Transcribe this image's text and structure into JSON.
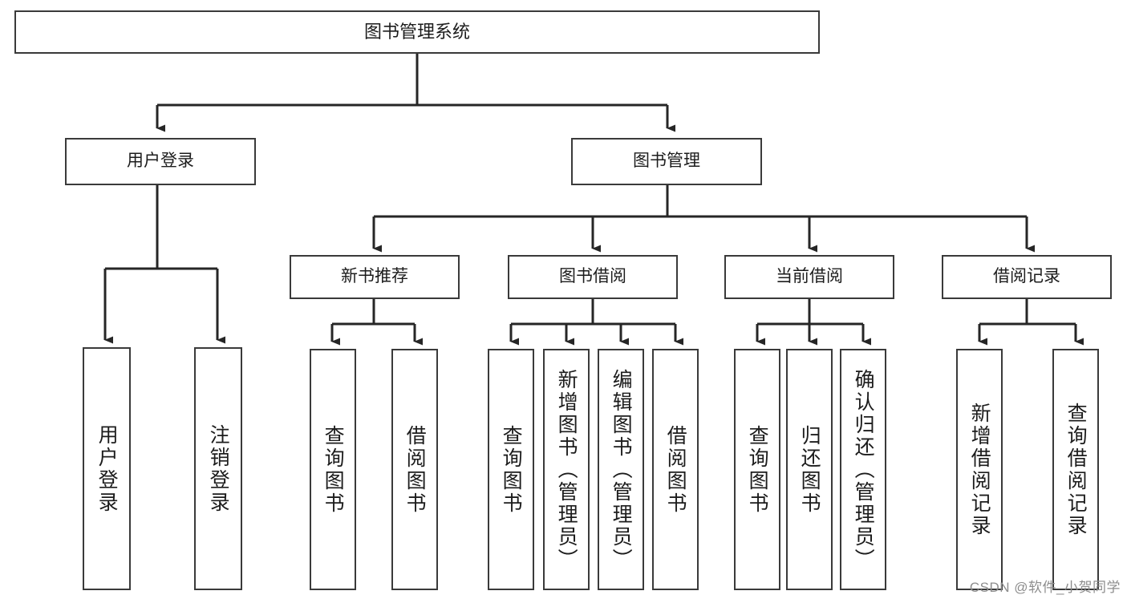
{
  "diagram": {
    "title": "图书管理系统",
    "type": "hierarchy-tree",
    "watermark": "CSDN @软件_小贺同学",
    "colors": {
      "box_border": "#3a3a3a",
      "box_fill": "#ffffff",
      "connector": "#262626",
      "text": "#1c1c1c",
      "watermark": "#8d8d8d"
    },
    "levels": [
      {
        "level": 1,
        "nodes": [
          {
            "id": "root",
            "label": "图书管理系统",
            "orientation": "horizontal"
          }
        ]
      },
      {
        "level": 2,
        "nodes": [
          {
            "id": "user-login",
            "label": "用户登录",
            "orientation": "horizontal",
            "parent": "root"
          },
          {
            "id": "book-manage",
            "label": "图书管理",
            "orientation": "horizontal",
            "parent": "root"
          }
        ]
      },
      {
        "level": 3,
        "nodes": [
          {
            "id": "new-book-rec",
            "label": "新书推荐",
            "orientation": "horizontal",
            "parent": "book-manage"
          },
          {
            "id": "book-borrow",
            "label": "图书借阅",
            "orientation": "horizontal",
            "parent": "book-manage"
          },
          {
            "id": "current-borrow",
            "label": "当前借阅",
            "orientation": "horizontal",
            "parent": "book-manage"
          },
          {
            "id": "borrow-record",
            "label": "借阅记录",
            "orientation": "horizontal",
            "parent": "book-manage"
          }
        ]
      },
      {
        "level": 4,
        "nodes": [
          {
            "id": "leaf-user-login",
            "label": "用户登录",
            "orientation": "vertical",
            "parent": "user-login"
          },
          {
            "id": "leaf-logout",
            "label": "注销登录",
            "orientation": "vertical",
            "parent": "user-login"
          },
          {
            "id": "leaf-query-book-1",
            "label": "查询图书",
            "orientation": "vertical",
            "parent": "new-book-rec"
          },
          {
            "id": "leaf-borrow-book-1",
            "label": "借阅图书",
            "orientation": "vertical",
            "parent": "new-book-rec"
          },
          {
            "id": "leaf-query-book-2",
            "label": "查询图书",
            "orientation": "vertical",
            "parent": "book-borrow"
          },
          {
            "id": "leaf-add-book",
            "label": "新增图书（管理员）",
            "orientation": "vertical",
            "parent": "book-borrow"
          },
          {
            "id": "leaf-edit-book",
            "label": "编辑图书（管理员）",
            "orientation": "vertical",
            "parent": "book-borrow"
          },
          {
            "id": "leaf-borrow-book-2",
            "label": "借阅图书",
            "orientation": "vertical",
            "parent": "book-borrow"
          },
          {
            "id": "leaf-query-book-3",
            "label": "查询图书",
            "orientation": "vertical",
            "parent": "current-borrow"
          },
          {
            "id": "leaf-return-book",
            "label": "归还图书",
            "orientation": "vertical",
            "parent": "current-borrow"
          },
          {
            "id": "leaf-confirm-return",
            "label": "确认归还（管理员）",
            "orientation": "vertical",
            "parent": "current-borrow"
          },
          {
            "id": "leaf-add-record",
            "label": "新增借阅记录",
            "orientation": "vertical",
            "parent": "borrow-record"
          },
          {
            "id": "leaf-query-record",
            "label": "查询借阅记录",
            "orientation": "vertical",
            "parent": "borrow-record"
          }
        ]
      }
    ],
    "node_labels": {
      "root": "图书管理系统",
      "user_login": "用户登录",
      "book_manage": "图书管理",
      "new_book_rec": "新书推荐",
      "book_borrow": "图书借阅",
      "current_borrow": "当前借阅",
      "borrow_record": "借阅记录",
      "leaf_user_login": "用户登录",
      "leaf_logout": "注销登录",
      "leaf_query_book_1": "查询图书",
      "leaf_borrow_book_1": "借阅图书",
      "leaf_query_book_2": "查询图书",
      "leaf_add_book": "新增图书（管理员）",
      "leaf_edit_book": "编辑图书（管理员）",
      "leaf_borrow_book_2": "借阅图书",
      "leaf_query_book_3": "查询图书",
      "leaf_return_book": "归还图书",
      "leaf_confirm_return": "确认归还（管理员）",
      "leaf_add_record": "新增借阅记录",
      "leaf_query_record": "查询借阅记录"
    }
  }
}
